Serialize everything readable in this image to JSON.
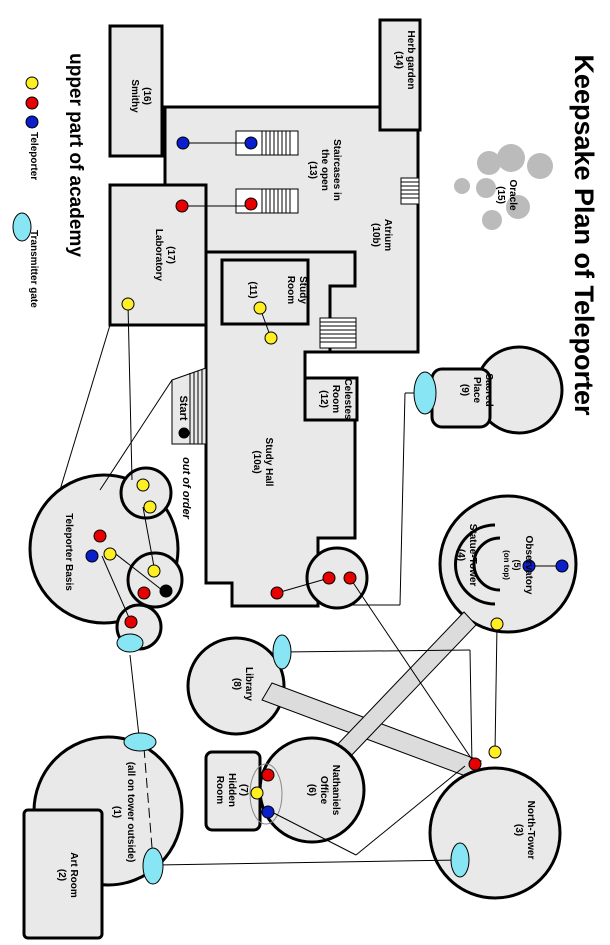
{
  "title": "Keepsake Plan of Teleporter",
  "subtitle": "upper part of academy",
  "legend": {
    "teleporter": "Teleporter",
    "transmitter": "Transmitter gate"
  },
  "colors": {
    "red": "#e60000",
    "blue": "#0a1ecc",
    "yellow": "#ffee22",
    "black": "#000000",
    "gate": "#88e6f4",
    "room": "#e9e9e9",
    "oracle": "#bbbbbb"
  },
  "rooms": {
    "smithy": [
      "(16)",
      "Smithy"
    ],
    "herb": [
      "Herb garden",
      "(14)"
    ],
    "staircases": [
      "Staircases in",
      "the open",
      "(13)"
    ],
    "oracle": [
      "Oracle",
      "(15)"
    ],
    "atrium": [
      "Atrium",
      "(10b)"
    ],
    "laboratory": [
      "(17)",
      "Laboratory"
    ],
    "study_room": [
      "Study",
      "Room",
      "(11)"
    ],
    "celestes": [
      "Celestes",
      "Room",
      "(12)"
    ],
    "study_hall": [
      "Study Hall",
      "(10a)"
    ],
    "sacred": [
      "Sacred",
      "Place",
      "(9)"
    ],
    "observatory": [
      "Observatory",
      "(5)",
      "(on top)"
    ],
    "statue": [
      "Statue-Tower",
      "(4)"
    ],
    "teleporter_basis": "Teleporter Basis",
    "library": [
      "Library",
      "(8)"
    ],
    "nathaniels": [
      "Nathaniels",
      "Office",
      "(6)"
    ],
    "hidden": [
      "(7)",
      "Hidden",
      "Room"
    ],
    "north": [
      "North-Tower",
      "(3)"
    ],
    "tower1": [
      "(all on tower outside)",
      "(1)"
    ],
    "art": [
      "Art Room",
      "(2)"
    ]
  },
  "labels": {
    "start": "Start",
    "out_of_order": "out of order"
  }
}
